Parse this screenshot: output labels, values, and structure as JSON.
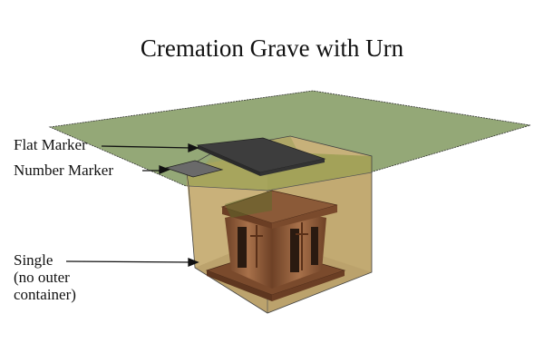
{
  "title": "Cremation Grave with Urn",
  "labels": {
    "flat_marker": "Flat Marker",
    "number_marker": "Number Marker",
    "single_line1": "Single",
    "single_line2": "(no outer",
    "single_line3": "container)"
  },
  "colors": {
    "ground": "#94a877",
    "vault": "#c9b17a",
    "flat_marker": "#3d3d3d",
    "number_marker": "#6a6a6a",
    "urn": "#8b5a38"
  }
}
